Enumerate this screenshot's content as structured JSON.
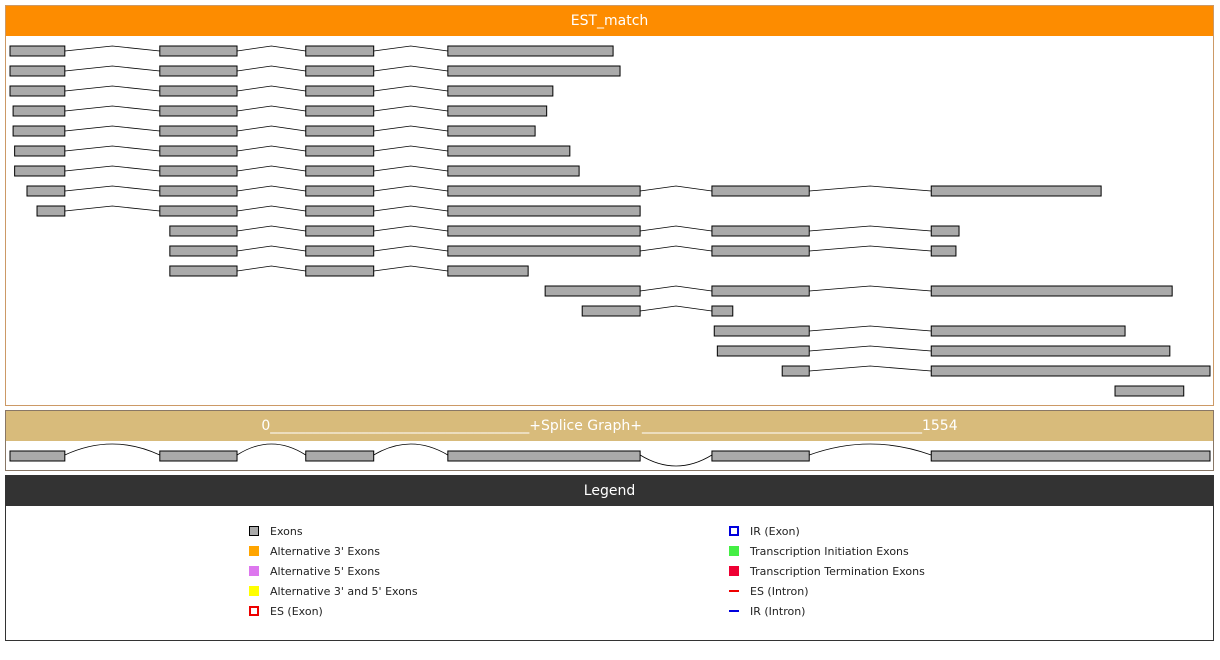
{
  "est_panel": {
    "title": "EST_match"
  },
  "splice_panel": {
    "title": "0_____________________________________+Splice Graph+________________________________________1554",
    "length": 1554
  },
  "legend": {
    "title": "Legend",
    "items": [
      {
        "label": "Exons",
        "color": "#aaaaaa",
        "style": "filled-border"
      },
      {
        "label": "Alternative 3' Exons",
        "color": "#ffa500",
        "style": "filled"
      },
      {
        "label": "Alternative 5' Exons",
        "color": "#dd77ee",
        "style": "filled"
      },
      {
        "label": "Alternative 3' and 5' Exons",
        "color": "#ffff00",
        "style": "filled"
      },
      {
        "label": "ES (Exon)",
        "color": "#ee0000",
        "style": "dashed-box"
      },
      {
        "label": "IR (Exon)",
        "color": "#0000dd",
        "style": "outline"
      },
      {
        "label": "Transcription Initiation Exons",
        "color": "#44ee44",
        "style": "filled"
      },
      {
        "label": "Transcription Termination Exons",
        "color": "#ee0033",
        "style": "filled"
      },
      {
        "label": "ES (Intron)",
        "color": "#ee0000",
        "style": "dashed-line"
      },
      {
        "label": "IR (Intron)",
        "color": "#0000dd",
        "style": "line"
      }
    ]
  },
  "est_rows": [
    [
      [
        0,
        71
      ],
      [
        194,
        294
      ],
      [
        383,
        471
      ],
      [
        567,
        781
      ]
    ],
    [
      [
        0,
        71
      ],
      [
        194,
        294
      ],
      [
        383,
        471
      ],
      [
        567,
        790
      ]
    ],
    [
      [
        0,
        71
      ],
      [
        194,
        294
      ],
      [
        383,
        471
      ],
      [
        567,
        703
      ]
    ],
    [
      [
        4,
        71
      ],
      [
        194,
        294
      ],
      [
        383,
        471
      ],
      [
        567,
        695
      ]
    ],
    [
      [
        4,
        71
      ],
      [
        194,
        294
      ],
      [
        383,
        471
      ],
      [
        567,
        680
      ]
    ],
    [
      [
        6,
        71
      ],
      [
        194,
        294
      ],
      [
        383,
        471
      ],
      [
        567,
        725
      ]
    ],
    [
      [
        6,
        71
      ],
      [
        194,
        294
      ],
      [
        383,
        471
      ],
      [
        567,
        737
      ]
    ],
    [
      [
        22,
        71
      ],
      [
        194,
        294
      ],
      [
        383,
        471
      ],
      [
        567,
        816
      ],
      [
        909,
        1035
      ],
      [
        1193,
        1413
      ]
    ],
    [
      [
        35,
        71
      ],
      [
        194,
        294
      ],
      [
        383,
        471
      ],
      [
        567,
        816
      ]
    ],
    [
      [
        207,
        294
      ],
      [
        383,
        471
      ],
      [
        567,
        816
      ],
      [
        909,
        1035
      ],
      [
        1193,
        1229
      ]
    ],
    [
      [
        207,
        294
      ],
      [
        383,
        471
      ],
      [
        567,
        816
      ],
      [
        909,
        1035
      ],
      [
        1193,
        1225
      ]
    ],
    [
      [
        207,
        294
      ],
      [
        383,
        471
      ],
      [
        567,
        671
      ]
    ],
    [
      [
        693,
        816
      ],
      [
        909,
        1035
      ],
      [
        1193,
        1505
      ]
    ],
    [
      [
        741,
        816
      ],
      [
        909,
        936
      ]
    ],
    [
      [
        912,
        1035
      ],
      [
        1193,
        1444
      ]
    ],
    [
      [
        916,
        1035
      ],
      [
        1193,
        1502
      ]
    ],
    [
      [
        1000,
        1035
      ],
      [
        1193,
        1554
      ]
    ],
    [
      [
        1431,
        1520
      ]
    ]
  ],
  "splice_exons": [
    [
      0,
      71
    ],
    [
      194,
      294
    ],
    [
      383,
      471
    ],
    [
      567,
      816
    ],
    [
      909,
      1035
    ],
    [
      1193,
      1554
    ]
  ]
}
